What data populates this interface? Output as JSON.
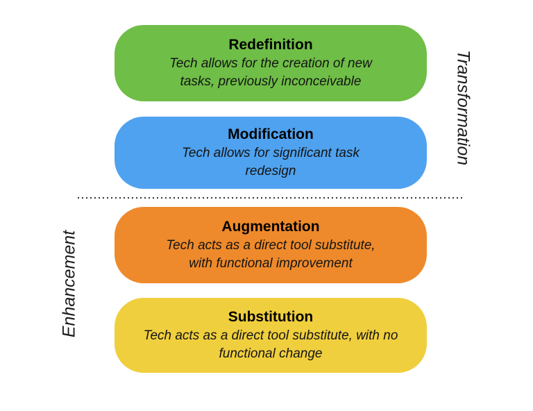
{
  "diagram": {
    "model_levels": [
      {
        "name": "Redefinition",
        "description_lines": [
          "Tech allows for the creation of new",
          "tasks, previously inconceivable"
        ],
        "color": "#6FBE47"
      },
      {
        "name": "Modification",
        "description_lines": [
          "Tech allows for significant task",
          "redesign"
        ],
        "color": "#4FA2EF"
      },
      {
        "name": "Augmentation",
        "description_lines": [
          "Tech acts as a direct tool substitute,",
          "with functional improvement"
        ],
        "color": "#EE8A2B"
      },
      {
        "name": "Substitution",
        "description_lines": [
          "Tech acts as a direct tool substitute, with no",
          "functional change"
        ],
        "color": "#F0CF3E"
      }
    ],
    "side_labels": {
      "transformation": "Transformation",
      "enhancement": "Enhancement"
    },
    "separator_color": "#2e2e2e"
  }
}
